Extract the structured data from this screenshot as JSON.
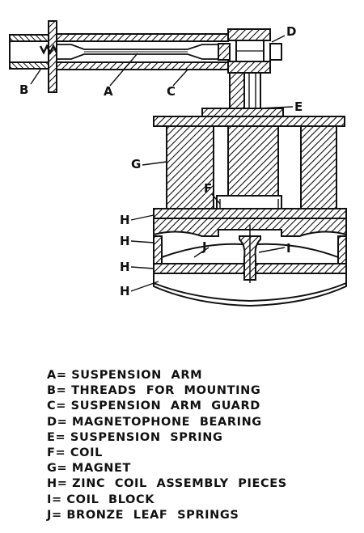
{
  "labels": {
    "A": "A",
    "B": "B",
    "C": "C",
    "D": "D",
    "E": "E",
    "F": "F",
    "G": "G",
    "H": "H",
    "I": "I",
    "J": "J"
  },
  "legend": [
    {
      "key": "A",
      "sep": "=",
      "text": "SUSPENSION ARM"
    },
    {
      "key": "B",
      "sep": "=",
      "text": "THREADS FOR MOUNTING"
    },
    {
      "key": "C",
      "sep": "=",
      "text": "SUSPENSION ARM GUARD"
    },
    {
      "key": "D",
      "sep": "=",
      "text": "MAGNETOPHONE BEARING"
    },
    {
      "key": "E",
      "sep": "=",
      "text": "SUSPENSION SPRING"
    },
    {
      "key": "F",
      "sep": "=",
      "text": "COIL"
    },
    {
      "key": "G",
      "sep": "=",
      "text": "MAGNET"
    },
    {
      "key": "H",
      "sep": "=",
      "text": "ZINC COIL ASSEMBLY PIECES"
    },
    {
      "key": "I",
      "sep": "=",
      "text": "COIL BLOCK"
    },
    {
      "key": "J",
      "sep": "=",
      "text": "BRONZE LEAF SPRINGS"
    }
  ]
}
